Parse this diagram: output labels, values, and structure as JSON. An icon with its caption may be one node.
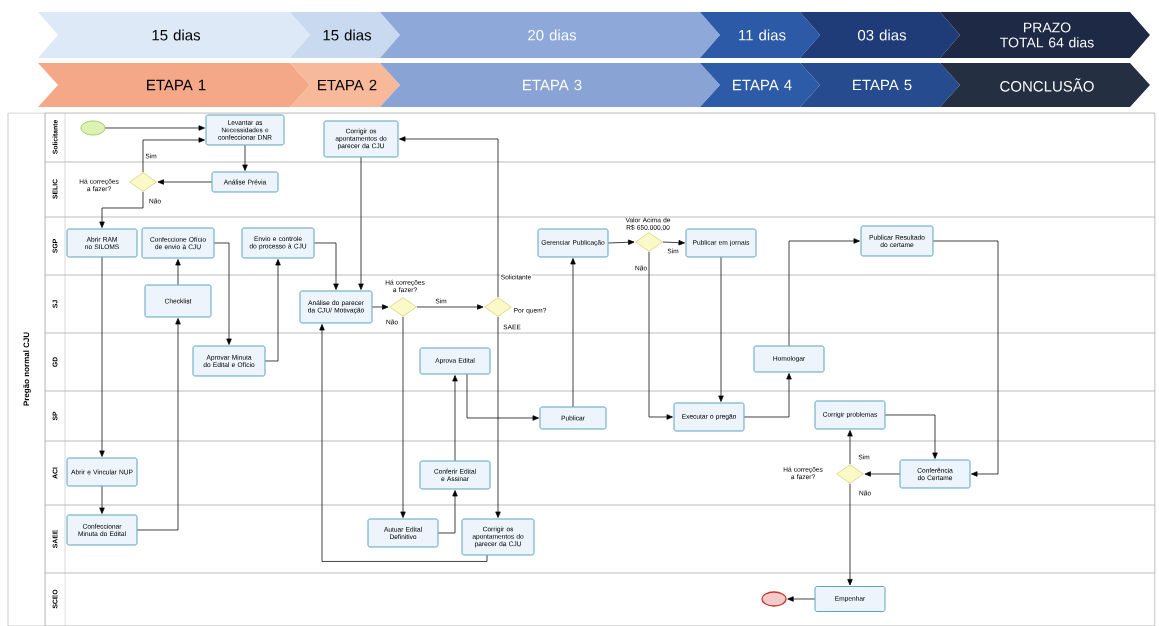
{
  "diagram": {
    "nodes": [
      {
        "text": [
          "15 dias"
        ]
      },
      {
        "text": [
          "15 dias"
        ]
      },
      {
        "text": [
          "20 dias"
        ]
      },
      {
        "text": [
          "11 dias"
        ]
      },
      {
        "text": [
          "03 dias"
        ]
      },
      {
        "text": [
          "PRAZO TOTAL 64 dias"
        ]
      },
      {
        "text": [
          "ETAPA 1"
        ]
      },
      {
        "text": [
          "ETAPA 2"
        ]
      },
      {
        "text": [
          "ETAPA 3"
        ]
      },
      {
        "text": [
          "ETAPA 4"
        ]
      },
      {
        "text": [
          "ETAPA 5"
        ]
      },
      {
        "text": [
          "CONCLUSÃO"
        ]
      },
      {
        "text": [
          "Pregão normal CJU"
        ]
      },
      {
        "text": [
          "Solicitante"
        ],
        "in": 12
      },
      {
        "text": [
          "SELIC"
        ],
        "in": 12
      },
      {
        "text": [
          "SGP"
        ],
        "in": 12
      },
      {
        "text": [
          "SJ"
        ],
        "in": 12
      },
      {
        "text": [
          "GD"
        ],
        "in": 12
      },
      {
        "text": [
          "SP"
        ],
        "in": 12
      },
      {
        "text": [
          "ACI"
        ],
        "in": 12
      },
      {
        "text": [
          "SAEE"
        ],
        "in": 12
      },
      {
        "text": [
          "SCEO"
        ],
        "in": 12
      },
      {
        "text": [],
        "shape": "circle",
        "in": 13
      },
      {
        "text": [
          "Levantar as Necessidades e confeccionar DNR"
        ],
        "in": 13
      },
      {
        "text": [
          "Corrigir os apontamentos do parecer da CJU"
        ],
        "in": 13
      },
      {
        "text": [
          "Há correções a fazer?"
        ],
        "in": 14
      },
      {
        "text": [
          "Análise Prévia"
        ],
        "in": 14
      },
      {
        "text": [
          "Abrir RAM no SILOMS"
        ],
        "in": 15
      },
      {
        "text": [
          "Confeccione Ofício de envio à CJU"
        ],
        "in": 15
      },
      {
        "text": [
          "Envio e controle do processo à CJU"
        ],
        "in": 15
      },
      {
        "text": [
          "Gerenciar Publicação"
        ],
        "in": 15
      },
      {
        "text": [
          "Valor Acima de R$ 650.000,00"
        ],
        "in": 15
      },
      {
        "text": [
          "Publicar em jornais"
        ],
        "in": 15
      },
      {
        "text": [
          "Publicar Resultado do certame"
        ],
        "in": 15
      },
      {
        "text": [
          "Checklist"
        ],
        "in": 16
      },
      {
        "text": [
          "Análise do parecer da CJU/ Motivação"
        ],
        "in": 16
      },
      {
        "text": [
          "Há correções a fazer?"
        ],
        "in": 16
      },
      {
        "text": [
          "Por quem?"
        ],
        "in": 16
      },
      {
        "text": [
          "Aprovar Minuta do Edital e Ofício"
        ],
        "in": 17
      },
      {
        "text": [
          "Aprova Edital"
        ],
        "in": 17
      },
      {
        "text": [
          "Homologar"
        ],
        "in": 17
      },
      {
        "text": [
          "Publicar"
        ],
        "in": 18
      },
      {
        "text": [
          "Executar o pregão"
        ],
        "in": 18
      },
      {
        "text": [
          "Corrigir problemas"
        ],
        "in": 18
      },
      {
        "text": [
          "Abrir e Vincular NUP"
        ],
        "in": 19
      },
      {
        "text": [
          "Há correções a fazer?"
        ],
        "in": 19
      },
      {
        "text": [
          "Conferir Edital e Assinar"
        ],
        "in": 19
      },
      {
        "text": [
          "Conferência do Certame"
        ],
        "in": 19
      },
      {
        "text": [
          "Confeccionar Minuta do Edital"
        ],
        "in": 20
      },
      {
        "text": [
          "Autuar Edital Definitivo"
        ],
        "in": 20
      },
      {
        "text": [
          "Corrigir os apontamentos do parecer da CJU"
        ],
        "in": 20
      },
      {
        "text": [],
        "shape": "circle",
        "in": 21
      },
      {
        "text": [
          "Empenhar"
        ],
        "in": 21
      }
    ],
    "edges": [
      {
        "from": 22,
        "to": 23,
        "arrow": "to"
      },
      {
        "from": 23,
        "to": 26,
        "arrow": "to"
      },
      {
        "from": 26,
        "to": 25,
        "arrow": "to"
      },
      {
        "from": 25,
        "to": 23,
        "arrow": "to",
        "label": "Sim"
      },
      {
        "from": 25,
        "to": 27,
        "arrow": "to",
        "label": "Não"
      },
      {
        "from": 27,
        "to": 44,
        "arrow": "to"
      },
      {
        "from": 44,
        "to": 48,
        "arrow": "to"
      },
      {
        "from": 48,
        "to": 34,
        "arrow": "to"
      },
      {
        "from": 34,
        "to": 28,
        "arrow": "to"
      },
      {
        "from": 28,
        "to": 38,
        "arrow": "to"
      },
      {
        "from": 38,
        "to": 29,
        "arrow": "to"
      },
      {
        "from": 29,
        "to": 35,
        "arrow": "to"
      },
      {
        "from": 24,
        "to": 35,
        "arrow": "to"
      },
      {
        "from": 35,
        "to": 36,
        "arrow": "to"
      },
      {
        "from": 36,
        "to": 37,
        "arrow": "to",
        "label": "Sim"
      },
      {
        "from": 36,
        "to": 49,
        "arrow": "to",
        "label": "Não"
      },
      {
        "from": 37,
        "to": 24,
        "arrow": "to",
        "label": "Solicitante"
      },
      {
        "from": 37,
        "to": 50,
        "arrow": "to",
        "label": "SAEE"
      },
      {
        "from": 50,
        "to": 35,
        "arrow": "to"
      },
      {
        "from": 49,
        "to": 46,
        "arrow": "to"
      },
      {
        "from": 46,
        "to": 39,
        "arrow": "to"
      },
      {
        "from": 39,
        "to": 41,
        "arrow": "to"
      },
      {
        "from": 41,
        "to": 30,
        "arrow": "to"
      },
      {
        "from": 30,
        "to": 31,
        "arrow": "to"
      },
      {
        "from": 31,
        "to": 32,
        "arrow": "to",
        "label": "Sim"
      },
      {
        "from": 31,
        "to": 42,
        "arrow": "to",
        "label": "Não"
      },
      {
        "from": 32,
        "to": 42,
        "arrow": "to"
      },
      {
        "from": 42,
        "to": 40,
        "arrow": "to"
      },
      {
        "from": 40,
        "to": 33,
        "arrow": "to"
      },
      {
        "from": 33,
        "to": 47,
        "arrow": "to"
      },
      {
        "from": 47,
        "to": 45,
        "arrow": "to"
      },
      {
        "from": 45,
        "to": 43,
        "arrow": "to",
        "label": "Sim"
      },
      {
        "from": 43,
        "to": 47,
        "arrow": "to"
      },
      {
        "from": 45,
        "to": 52,
        "arrow": "to",
        "label": "Não"
      },
      {
        "from": 52,
        "to": 51,
        "arrow": "to"
      }
    ]
  }
}
